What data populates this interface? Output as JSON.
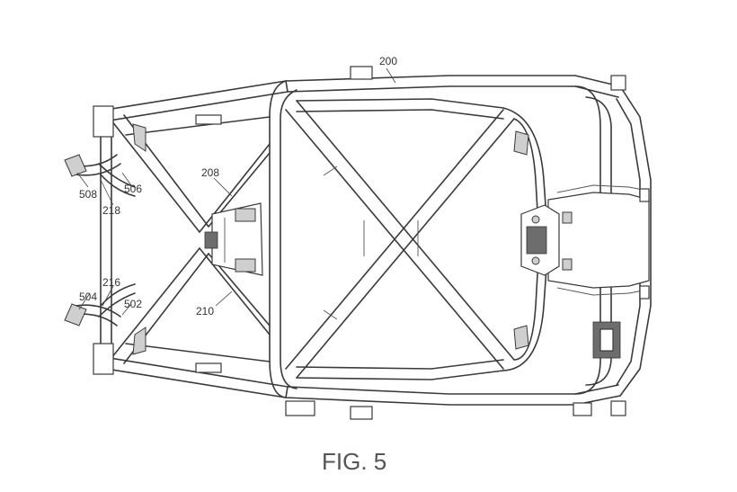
{
  "figure": {
    "caption": "FIG. 5",
    "labels": {
      "frame": "200",
      "upper_link": "208",
      "lower_link": "210",
      "front_upper_mount": "218",
      "front_lower_mount": "216",
      "arm_508": "508",
      "arm_506": "506",
      "arm_504": "504",
      "arm_502": "502"
    }
  }
}
